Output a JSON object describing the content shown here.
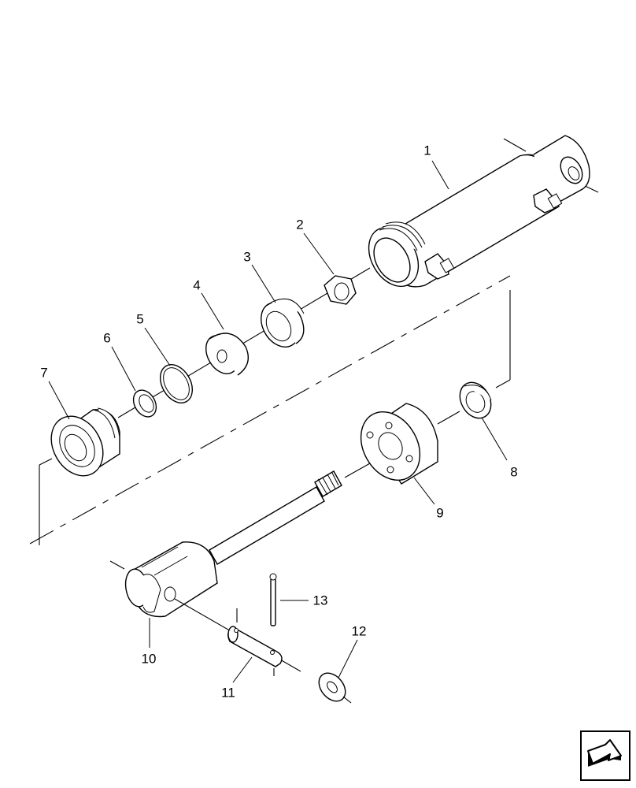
{
  "diagram": {
    "callouts": [
      {
        "id": "1",
        "text": "1"
      },
      {
        "id": "2",
        "text": "2"
      },
      {
        "id": "3",
        "text": "3"
      },
      {
        "id": "4",
        "text": "4"
      },
      {
        "id": "5",
        "text": "5"
      },
      {
        "id": "6",
        "text": "6"
      },
      {
        "id": "7",
        "text": "7"
      },
      {
        "id": "8",
        "text": "8"
      },
      {
        "id": "9",
        "text": "9"
      },
      {
        "id": "10",
        "text": "10"
      },
      {
        "id": "11",
        "text": "11"
      },
      {
        "id": "12",
        "text": "12"
      },
      {
        "id": "13",
        "text": "13"
      }
    ]
  },
  "navigation": {
    "icon": "arrow-icon"
  }
}
